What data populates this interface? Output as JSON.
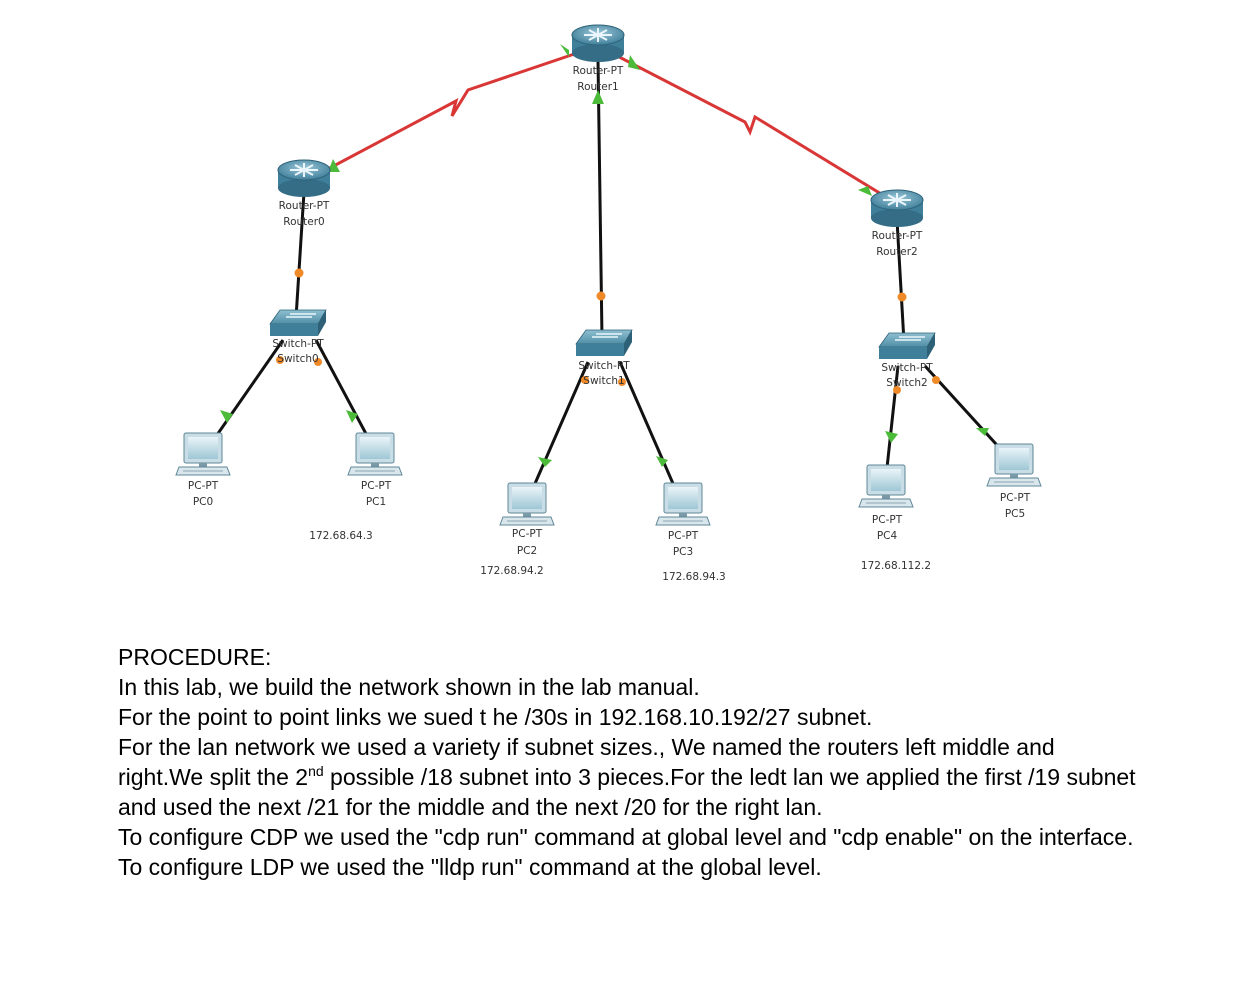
{
  "diagram": {
    "devices": {
      "router1": {
        "type": "Router-PT",
        "name": "Router1"
      },
      "router0": {
        "type": "Router-PT",
        "name": "Router0"
      },
      "router2": {
        "type": "Router-PT",
        "name": "Router2"
      },
      "switch0": {
        "type": "Switch-PT",
        "name": "Switch0"
      },
      "switch1": {
        "type": "Switch-PT",
        "name": "Switch1"
      },
      "switch2": {
        "type": "Switch-PT",
        "name": "Switch2"
      },
      "pc0": {
        "type": "PC-PT",
        "name": "PC0"
      },
      "pc1": {
        "type": "PC-PT",
        "name": "PC1"
      },
      "pc2": {
        "type": "PC-PT",
        "name": "PC2"
      },
      "pc3": {
        "type": "PC-PT",
        "name": "PC3"
      },
      "pc4": {
        "type": "PC-PT",
        "name": "PC4"
      },
      "pc5": {
        "type": "PC-PT",
        "name": "PC5"
      }
    },
    "ip_labels": {
      "pc1": "172.68.64.3",
      "pc2": "172.68.94.2",
      "pc3": "172.68.94.3",
      "pc4": "172.68.112.2"
    },
    "colors": {
      "serial_link": "#d93636",
      "ethernet_link": "#111111",
      "link_up": "#4cbb3a",
      "link_pending": "#f08a28"
    }
  },
  "procedure": {
    "heading": "PROCEDURE:",
    "line1": "In this lab, we build the network shown in the lab manual.",
    "line2": "For the point to point links we sued t he /30s in 192.168.10.192/27 subnet.",
    "line3_a": "For the lan network we used a variety if subnet sizes., We named the routers left middle and right.We split the 2",
    "line3_sup": "nd",
    "line3_b": " possible /18 subnet into 3 pieces.For the ledt lan we applied the first /19 subnet and used the next /21 for the middle and the next /20 for the right lan.",
    "line4": "To configure CDP we used the \"cdp run\" command at global level and \"cdp enable\" on the interface.",
    "line5": "To configure LDP we used the \"lldp run\" command at the global level."
  }
}
